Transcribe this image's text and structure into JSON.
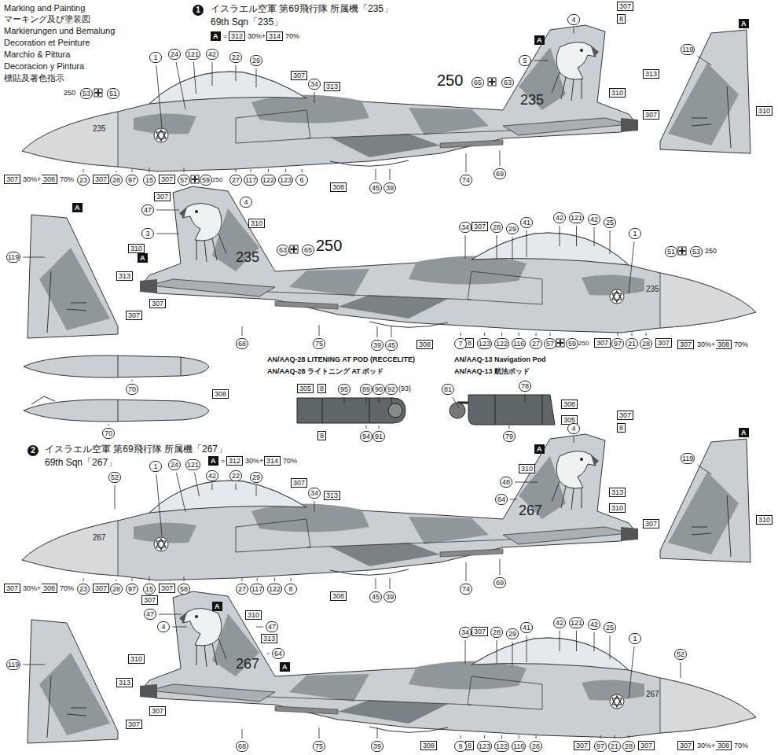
{
  "diagram": {
    "nodes": [
      {
        "text": [
          "A"
        ]
      },
      {
        "text": [
          "312"
        ]
      },
      {
        "text": [
          "314"
        ]
      },
      {
        "text": [
          "307"
        ]
      },
      {
        "text": [
          "313"
        ]
      },
      {
        "text": [
          "307"
        ]
      },
      {
        "text": [
          "8"
        ]
      },
      {
        "text": [
          "A"
        ]
      },
      {
        "text": [
          "310"
        ]
      },
      {
        "text": [
          "307"
        ]
      },
      {
        "text": [
          "307"
        ]
      },
      {
        "text": [
          "308"
        ]
      },
      {
        "text": [
          "307"
        ]
      },
      {
        "text": [
          "307"
        ]
      },
      {
        "text": [
          "308"
        ]
      },
      {
        "text": [
          "A"
        ]
      },
      {
        "text": [
          "313"
        ]
      },
      {
        "text": [
          "310"
        ]
      },
      {
        "text": [
          "307"
        ]
      },
      {
        "text": [
          "310"
        ]
      },
      {
        "text": [
          "A"
        ]
      },
      {
        "text": [
          "307"
        ]
      },
      {
        "text": [
          "308"
        ]
      },
      {
        "text": [
          "8"
        ]
      },
      {
        "text": [
          "307"
        ]
      },
      {
        "text": [
          "307"
        ]
      },
      {
        "text": [
          "307"
        ]
      },
      {
        "text": [
          "307"
        ]
      },
      {
        "text": [
          "308"
        ]
      },
      {
        "text": [
          "A"
        ]
      },
      {
        "text": [
          "310"
        ]
      },
      {
        "text": [
          "313"
        ]
      },
      {
        "text": [
          "307"
        ]
      },
      {
        "text": [
          "308"
        ]
      },
      {
        "text": [
          "305"
        ]
      },
      {
        "text": [
          "8"
        ]
      },
      {
        "text": [
          "8"
        ]
      },
      {
        "text": [
          "308"
        ]
      },
      {
        "text": [
          "305"
        ]
      },
      {
        "text": [
          "A"
        ]
      },
      {
        "text": [
          "312"
        ]
      },
      {
        "text": [
          "314"
        ]
      },
      {
        "text": [
          "307"
        ]
      },
      {
        "text": [
          "313"
        ]
      },
      {
        "text": [
          "A"
        ]
      },
      {
        "text": [
          "307"
        ]
      },
      {
        "text": [
          "8"
        ]
      },
      {
        "text": [
          "310"
        ]
      },
      {
        "text": [
          "313"
        ]
      },
      {
        "text": [
          "310"
        ]
      },
      {
        "text": [
          "307"
        ]
      },
      {
        "text": [
          "307"
        ]
      },
      {
        "text": [
          "308"
        ]
      },
      {
        "text": [
          "307"
        ]
      },
      {
        "text": [
          "307"
        ]
      },
      {
        "text": [
          "308"
        ]
      },
      {
        "text": [
          "A"
        ]
      },
      {
        "text": [
          "310"
        ]
      },
      {
        "text": [
          "307"
        ]
      },
      {
        "text": [
          "A"
        ]
      },
      {
        "text": [
          "310"
        ]
      },
      {
        "text": [
          "313"
        ]
      },
      {
        "text": [
          "A"
        ]
      },
      {
        "text": [
          "307"
        ]
      },
      {
        "text": [
          "308"
        ]
      },
      {
        "text": [
          "8"
        ]
      },
      {
        "text": [
          "307"
        ]
      },
      {
        "text": [
          "307"
        ]
      },
      {
        "text": [
          "307"
        ]
      },
      {
        "text": [
          "308"
        ]
      },
      {
        "text": [
          "307"
        ]
      },
      {
        "text": [
          "310"
        ]
      },
      {
        "text": [
          "313"
        ]
      },
      {
        "text": [
          "307"
        ]
      }
    ],
    "labels": [
      "Marking and Painting",
      "マーキング及び塗装図",
      "Markierungen und Bemalung",
      "Decoration et Peinture",
      "Marchio & Pittura",
      "Decoracion y Pintura",
      "標貼及著色指示",
      "1",
      "イスラエル空軍 第69飛行隊 所属機「235」",
      "69th Sqn「235」",
      "=",
      "30%+",
      "70%",
      "250",
      "53",
      "51",
      "1",
      "24",
      "121",
      "42",
      "22",
      "29",
      "34",
      "250",
      "65",
      "63",
      "4",
      "5",
      "235",
      "235",
      "30%+",
      "70%",
      "23",
      "28",
      "97",
      "15",
      "57",
      "59",
      "250",
      "27",
      "117",
      "122",
      "123",
      "6",
      "45",
      "39",
      "74",
      "69",
      "119",
      "4",
      "47",
      "3",
      "63",
      "65",
      "250",
      "235",
      "68",
      "75",
      "39",
      "45",
      "7",
      "123",
      "122",
      "116",
      "27",
      "57",
      "59",
      "250",
      "97",
      "21",
      "28",
      "30%+",
      "70%",
      "34",
      "28",
      "29",
      "41",
      "42",
      "121",
      "42",
      "25",
      "1",
      "51",
      "53",
      "250",
      "235",
      "119",
      "70",
      "70",
      "AN/AAQ-28 LITENING AT POD (RECCELITE)",
      "AN/AAQ-28 ライトニング AT ポッド",
      "95",
      "89",
      "90",
      "92",
      "(93)",
      "94",
      "91",
      "AN/AAQ-13 Navigation Pod",
      "AN/AAQ-13 航法ポッド",
      "81",
      "78",
      "79",
      "2",
      "イスラエル空軍 第69飛行隊 所属機「267」",
      "69th Sqn「267」",
      "=",
      "30%+",
      "70%",
      "52",
      "1",
      "24",
      "121",
      "42",
      "22",
      "29",
      "34",
      "267",
      "64",
      "48",
      "4",
      "267",
      "30%+",
      "70%",
      "23",
      "28",
      "97",
      "15",
      "58",
      "27",
      "117",
      "122",
      "8",
      "45",
      "39",
      "74",
      "69",
      "119",
      "47",
      "4",
      "47",
      "64",
      "267",
      "68",
      "75",
      "39",
      "9",
      "123",
      "122",
      "116",
      "26",
      "97",
      "21",
      "28",
      "30%+",
      "70%",
      "34",
      "28",
      "29",
      "41",
      "42",
      "121",
      "42",
      "25",
      "1",
      "52",
      "267",
      "119"
    ]
  }
}
